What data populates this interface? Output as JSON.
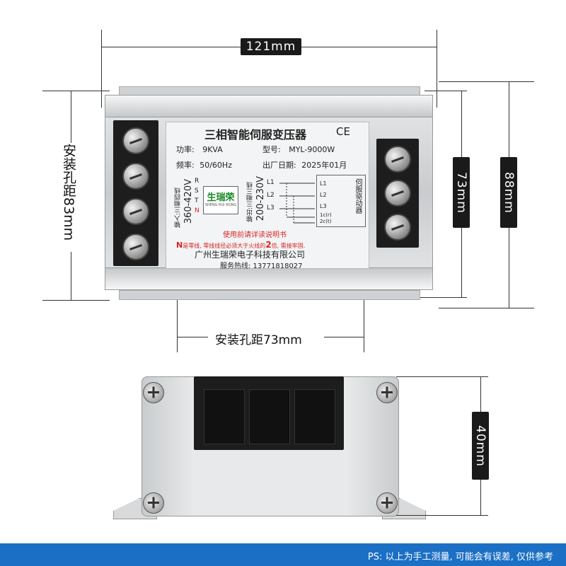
{
  "dimensions": {
    "width_top": "121mm",
    "mount_left": "安装孔距83mm",
    "mount_bottom": "安装孔距73mm",
    "height_inner": "73mm",
    "height_outer": "88mm",
    "depth": "40mm"
  },
  "label": {
    "title": "三相智能伺服变压器",
    "ce": "CE",
    "power_label": "功率:",
    "power_value": "9KVA",
    "model_label": "型号:",
    "model_value": "MYL-9000W",
    "freq_label": "频率:",
    "freq_value": "50/60Hz",
    "date_label": "出厂日期:",
    "date_value": "2025年01月",
    "input_title": "输入:三相四线",
    "input_voltage": "360-420V",
    "output_title": "输出:三相三线",
    "output_voltage": "200-230V",
    "brand": "生瑞荣",
    "brand_pinyin": "SHENG RUI RONG",
    "driver": "伺服驱动器",
    "in_pins": [
      "R",
      "S",
      "T",
      "N"
    ],
    "out_pins": [
      "L1",
      "L2",
      "L3"
    ],
    "driver_pins": [
      "L1",
      "L2",
      "L3",
      "1c(r)",
      "2c(t)"
    ],
    "notice": "使用前请详读说明书",
    "warning_prefix": "N",
    "warning_text": "是零线, 零线线径必须大于火线的",
    "warning_mult": "2",
    "warning_suffix": "倍, 需接牢固.",
    "company": "广州生瑞荣电子科技有限公司",
    "hotline": "服务热线: 13771818027"
  },
  "terminals_left": [
    "R",
    "S",
    "T",
    "N"
  ],
  "terminals_right": [
    "L1",
    "L2",
    "L3"
  ],
  "footer": "PS: 以上为手工测量, 可能会有误差, 仅供参考"
}
